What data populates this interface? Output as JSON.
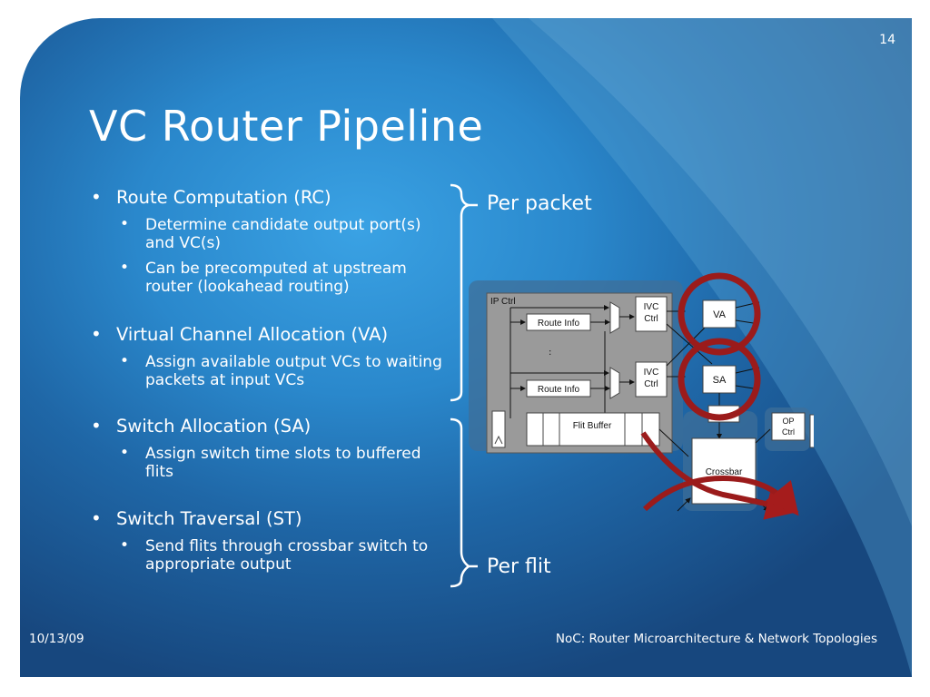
{
  "slide_number": "14",
  "title": "VC Router Pipeline",
  "bullets": [
    {
      "label": "Route Computation (RC)",
      "sub": [
        "Determine candidate output port(s) and VC(s)",
        "Can be precomputed at upstream router (lookahead routing)"
      ]
    },
    {
      "label": "Virtual Channel Allocation (VA)",
      "sub": [
        "Assign available output VCs to waiting packets at input VCs"
      ]
    },
    {
      "label": "Switch Allocation (SA)",
      "sub": [
        "Assign switch time slots to buffered flits"
      ]
    },
    {
      "label": "Switch Traversal (ST)",
      "sub": [
        "Send flits through crossbar switch to appropriate output"
      ]
    }
  ],
  "brace_labels": {
    "top": "Per packet",
    "bottom": "Per flit"
  },
  "diagram": {
    "ip_ctrl": "IP Ctrl",
    "route_info_1": "Route Info",
    "route_info_2": "Route Info",
    "ivc_ctrl_1a": "IVC",
    "ivc_ctrl_1b": "Ctrl",
    "ivc_ctrl_2a": "IVC",
    "ivc_ctrl_2b": "Ctrl",
    "va": "VA",
    "sa": "SA",
    "flit_buffer": "Flit Buffer",
    "crossbar": "Crossbar",
    "op_ctrl_a": "OP",
    "op_ctrl_b": "Ctrl",
    "dots": ":"
  },
  "footer": {
    "date": "10/13/09",
    "title": "NoC: Router Microarchitecture & Network Topologies"
  }
}
